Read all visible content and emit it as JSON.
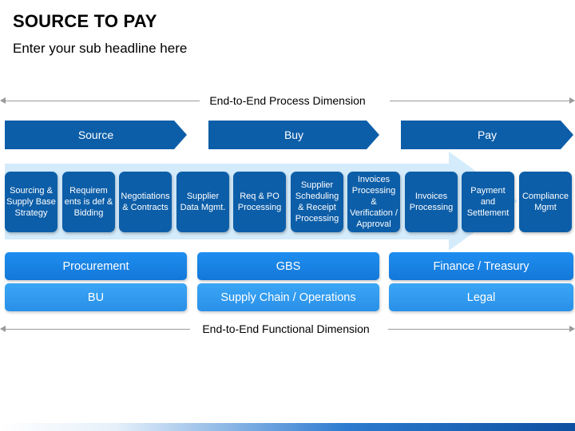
{
  "header": {
    "title": "SOURCE TO PAY",
    "subtitle": "Enter your sub headline here"
  },
  "dimensions": {
    "process": "End-to-End Process Dimension",
    "functional": "End-to-End Functional Dimension"
  },
  "phases": [
    "Source",
    "Buy",
    "Pay"
  ],
  "steps": [
    "Sourcing & Supply Base Strategy",
    "Requirem ents is def & Bidding",
    "Negotiations & Contracts",
    "Supplier Data Mgmt.",
    "Req & PO Processing",
    "Supplier Scheduling & Receipt Processing",
    "Invoices Processing & Verification / Approval",
    "Invoices Processing",
    "Payment and Settlement",
    "Compliance Mgmt"
  ],
  "functions": {
    "row1": [
      "Procurement",
      "GBS",
      "Finance / Treasury"
    ],
    "row2": [
      "BU",
      "Supply Chain / Operations",
      "Legal"
    ]
  },
  "colors": {
    "phase": "#0d5ea8",
    "step": "#0d5ea8",
    "big_arrow": "#d3ebfb",
    "func_row1": "#1782e3",
    "func_row2": "#329bef"
  }
}
